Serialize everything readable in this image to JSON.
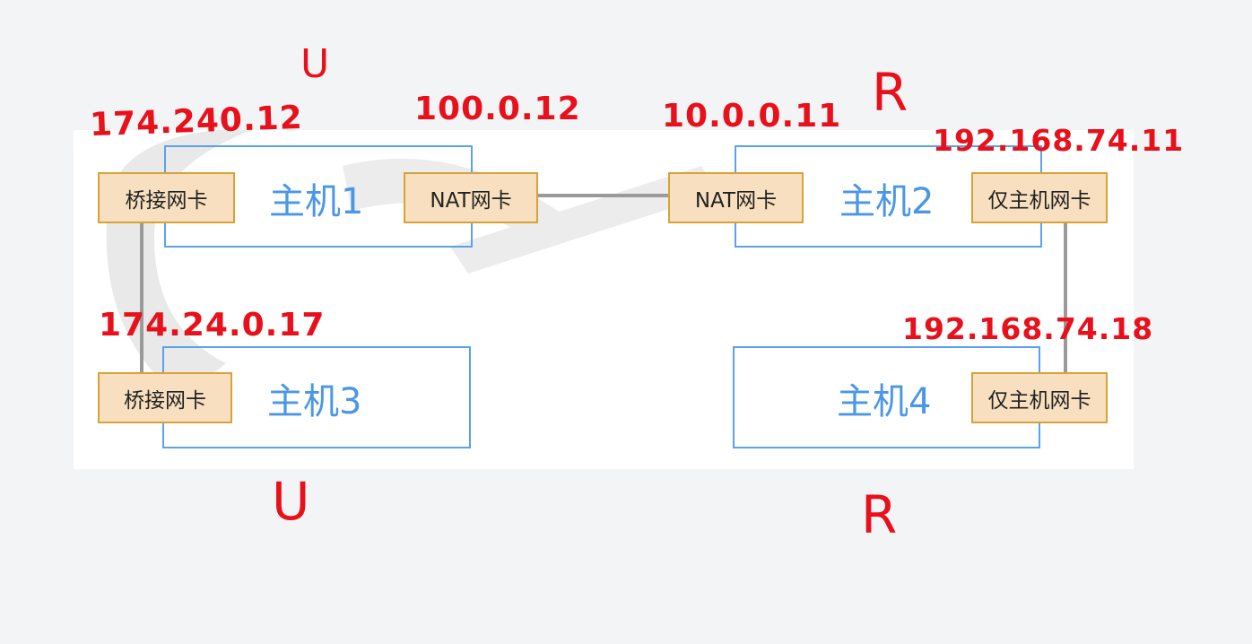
{
  "hosts": {
    "host1": "主机1",
    "host2": "主机2",
    "host3": "主机3",
    "host4": "主机4"
  },
  "nics": {
    "host1_bridge": "桥接网卡",
    "host1_nat": "NAT网卡",
    "host2_nat": "NAT网卡",
    "host2_hostonly": "仅主机网卡",
    "host3_bridge": "桥接网卡",
    "host4_hostonly": "仅主机网卡"
  },
  "annotations": {
    "ip_host1_bridge": "174.240.12",
    "ip_host1_nat": "100.0.12",
    "ip_host2_nat": "10.0.0.11",
    "ip_host2_hostonly": "192.168.74.11",
    "ip_host3_bridge": "174.24.0.17",
    "ip_host4_hostonly": "192.168.74.18",
    "mark_host1": "U",
    "mark_host2": "R",
    "mark_host3": "U",
    "mark_host4": "R"
  },
  "colors": {
    "host_border": "#5aa3ea",
    "nic_border": "#d9a236",
    "nic_fill": "#f8dfbf",
    "link": "#9a9a9a",
    "annotation": "#e8101a"
  }
}
